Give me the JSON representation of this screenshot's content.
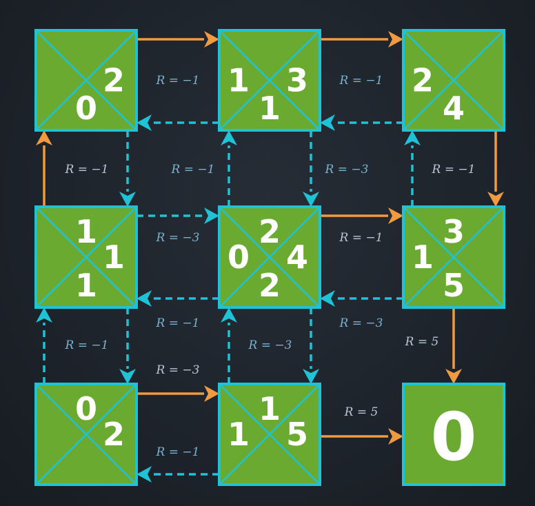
{
  "cells": [
    {
      "id": "r0c0",
      "values": {
        "top": "",
        "right": "2",
        "bottom": "0",
        "left": ""
      }
    },
    {
      "id": "r0c1",
      "values": {
        "top": "",
        "right": "3",
        "bottom": "1",
        "left": "1"
      }
    },
    {
      "id": "r0c2",
      "values": {
        "top": "",
        "right": "",
        "bottom": "4",
        "left": "2"
      }
    },
    {
      "id": "r1c0",
      "values": {
        "top": "1",
        "right": "1",
        "bottom": "1",
        "left": ""
      }
    },
    {
      "id": "r1c1",
      "values": {
        "top": "2",
        "right": "4",
        "bottom": "2",
        "left": "0"
      }
    },
    {
      "id": "r1c2",
      "values": {
        "top": "3",
        "right": "",
        "bottom": "5",
        "left": "1"
      }
    },
    {
      "id": "r2c0",
      "values": {
        "top": "0",
        "right": "2",
        "bottom": "",
        "left": ""
      }
    },
    {
      "id": "r2c1",
      "values": {
        "top": "1",
        "right": "5",
        "bottom": "",
        "left": "1"
      }
    },
    {
      "id": "terminal",
      "value": "0"
    }
  ],
  "arrows": [
    {
      "id": "r0c0-right",
      "style": "solid",
      "label": ""
    },
    {
      "id": "r0c1-right",
      "style": "solid",
      "label": ""
    },
    {
      "id": "r0c1-left",
      "style": "dashed",
      "label": "R = −1"
    },
    {
      "id": "r0c2-left",
      "style": "dashed",
      "label": "R = −1"
    },
    {
      "id": "r1c0-up",
      "style": "solid",
      "label": "R = −1"
    },
    {
      "id": "r0c0-down",
      "style": "dashed",
      "label": ""
    },
    {
      "id": "r1c1-up",
      "style": "dashed",
      "label": "R = −1"
    },
    {
      "id": "r0c1-down",
      "style": "dashed",
      "label": "R = −3"
    },
    {
      "id": "r1c2-up",
      "style": "dashed",
      "label": ""
    },
    {
      "id": "r0c2-down",
      "style": "solid",
      "label": "R = −1"
    },
    {
      "id": "r1c0-right",
      "style": "dashed",
      "label": "R = −3"
    },
    {
      "id": "r1c1-right",
      "style": "solid",
      "label": "R = −1"
    },
    {
      "id": "r1c1-left",
      "style": "dashed",
      "label": "R = −1"
    },
    {
      "id": "r1c2-left",
      "style": "dashed",
      "label": "R = −3"
    },
    {
      "id": "r2c0-up",
      "style": "dashed",
      "label": "R = −1"
    },
    {
      "id": "r1c0-down",
      "style": "dashed",
      "label": ""
    },
    {
      "id": "r2c1-up",
      "style": "dashed",
      "label": "R = −3"
    },
    {
      "id": "r1c1-down",
      "style": "dashed",
      "label": ""
    },
    {
      "id": "r1c2-down",
      "style": "solid",
      "label": "R = 5"
    },
    {
      "id": "r2c0-right",
      "style": "solid",
      "label": "R = −3"
    },
    {
      "id": "r2c1-left",
      "style": "dashed",
      "label": "R = −1"
    },
    {
      "id": "r2c1-right",
      "style": "solid",
      "label": "R = 5"
    }
  ],
  "colors": {
    "cell_fill": "#6aaa30",
    "cell_border": "#1ec3d6",
    "solid_arrow": "#f29a3f",
    "dashed_arrow": "#1ec3d6",
    "background": "#1e242c"
  }
}
